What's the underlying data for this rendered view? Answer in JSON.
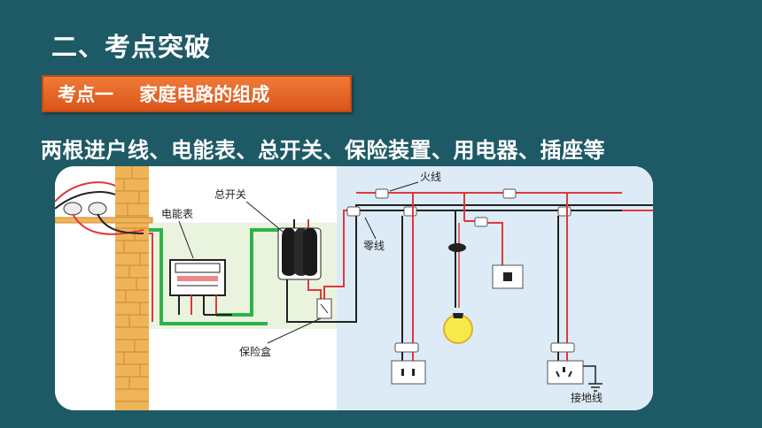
{
  "header": {
    "title": "二、考点突破"
  },
  "topic": {
    "label": "考点一    家庭电路的组成"
  },
  "summary": {
    "text": "两根进户线、电能表、总开关、保险装置、用电器、插座等"
  },
  "diagram": {
    "labels": {
      "meter": "电能表",
      "main_switch": "总开关",
      "fuse_box": "保险盒",
      "live_wire": "火线",
      "neutral_wire": "零线",
      "ground_wire": "接地线"
    },
    "colors": {
      "live": "#e0383a",
      "neutral": "#222222",
      "green_wire": "#2db34a",
      "panel_bg": "#dcebf6",
      "left_bg": "#e9f3de",
      "wall": "#f0b458"
    }
  }
}
